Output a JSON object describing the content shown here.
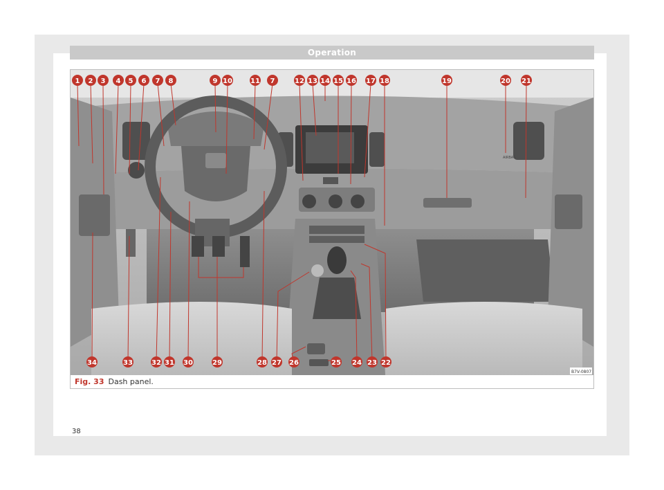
{
  "header": {
    "section_title": "Operation"
  },
  "figure": {
    "number_label": "Fig. 33",
    "caption": "Dash panel.",
    "code": "B7V-0807",
    "airbag_label": "AIRBAG",
    "callouts": [
      "1",
      "2",
      "3",
      "4",
      "5",
      "6",
      "7",
      "8",
      "9",
      "10",
      "11",
      "7",
      "12",
      "13",
      "14",
      "15",
      "16",
      "17",
      "18",
      "19",
      "20",
      "21",
      "34",
      "33",
      "32",
      "31",
      "30",
      "29",
      "28",
      "27",
      "26",
      "25",
      "24",
      "23",
      "22"
    ]
  },
  "footer": {
    "page_number": "38"
  },
  "colors": {
    "callout": "#c0362c",
    "section_bar": "#c9c9c9",
    "page_bg": "#e9e9e9"
  }
}
